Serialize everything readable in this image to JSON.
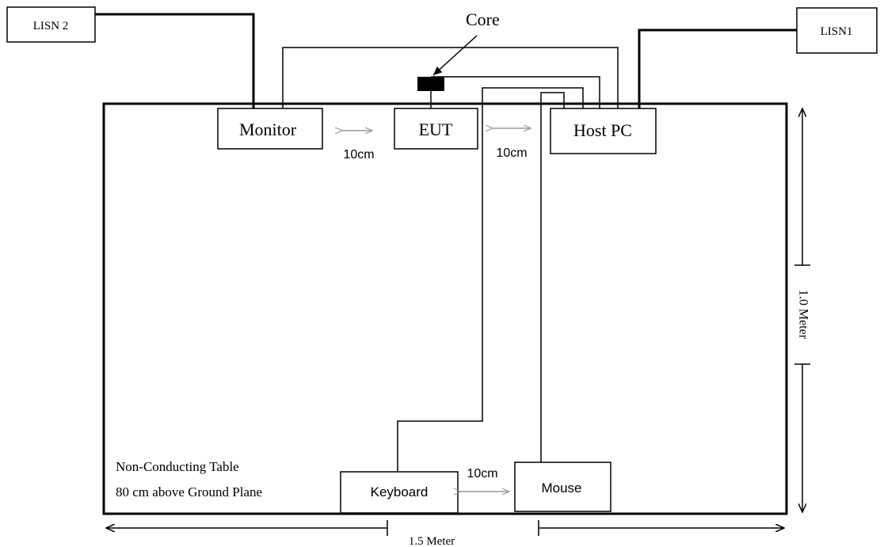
{
  "labels": {
    "lisn2": "LISN 2",
    "lisn1": "LISN1",
    "core": "Core",
    "monitor": "Monitor",
    "eut": "EUT",
    "host_pc": "Host PC",
    "keyboard": "Keyboard",
    "mouse": "Mouse",
    "spacing_monitor_eut": "10cm",
    "spacing_eut_host": "10cm",
    "spacing_keyboard_mouse": "10cm",
    "table_note_line1": "Non-Conducting Table",
    "table_note_line2": "80 cm above Ground Plane",
    "width_dimension": "1.5 Meter",
    "depth_dimension": "1.0 Meter"
  }
}
